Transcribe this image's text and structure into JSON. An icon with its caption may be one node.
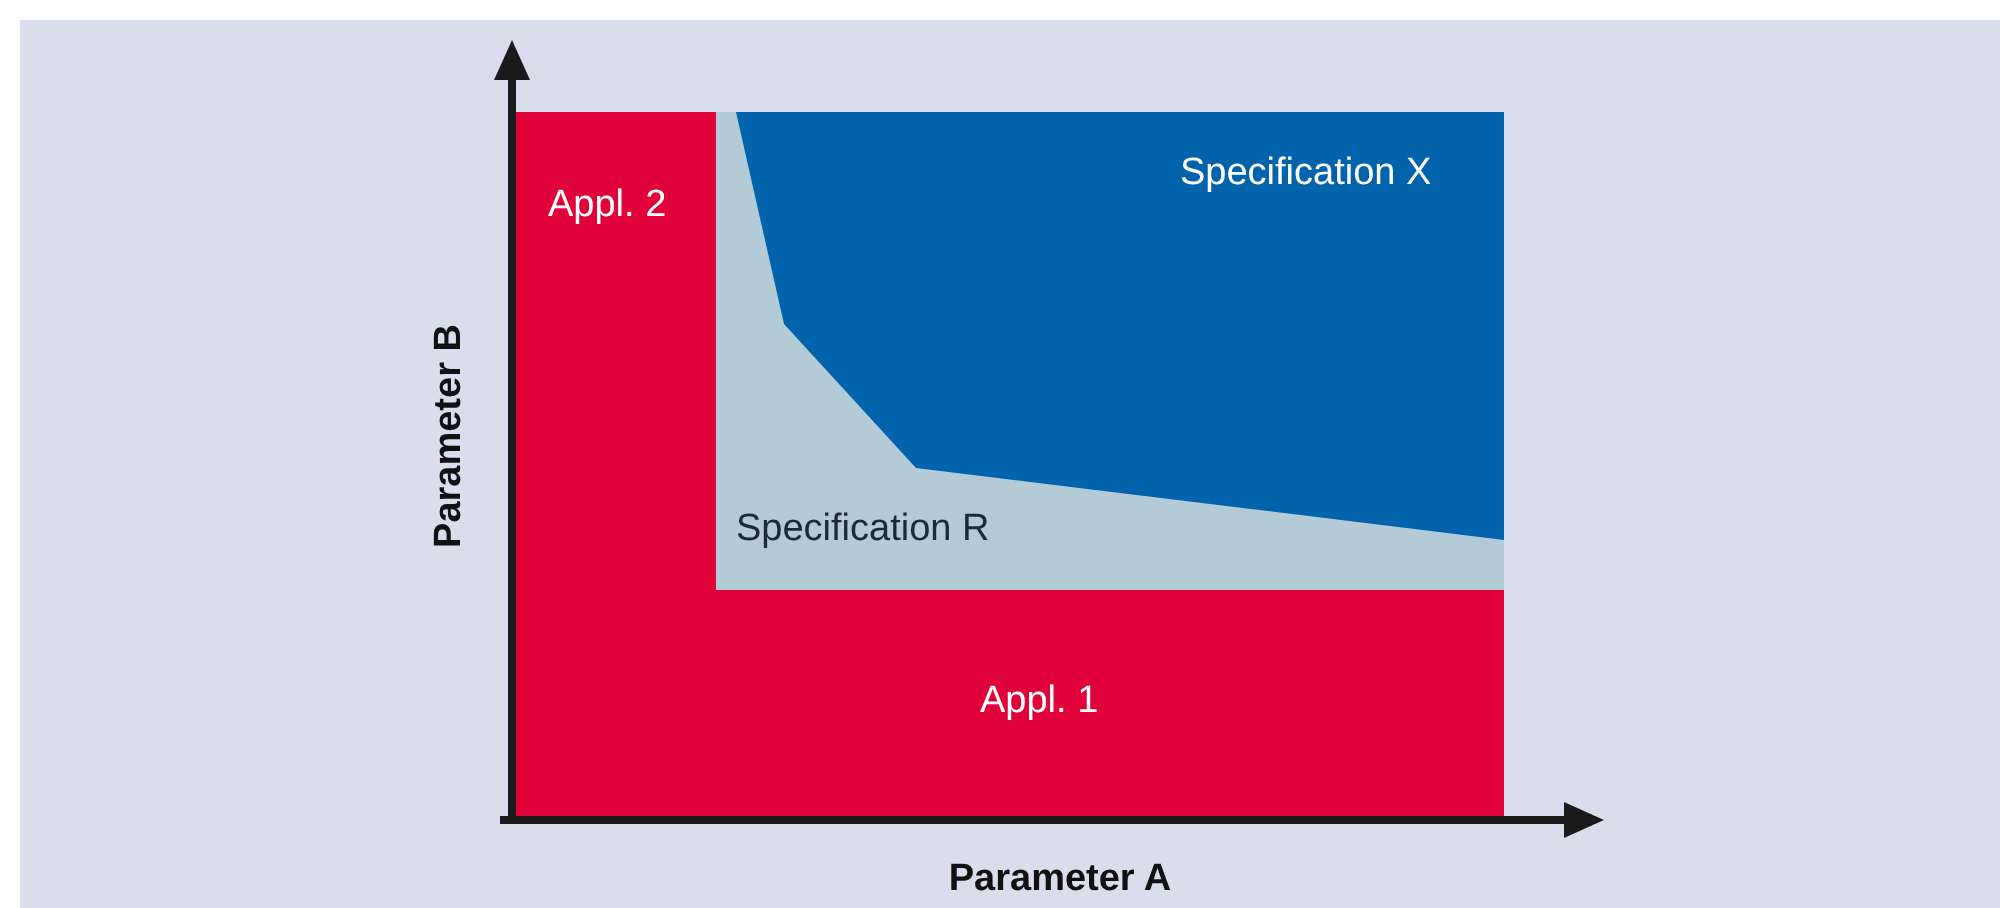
{
  "diagram": {
    "nodes": [
      {
        "text": [
          "Appl. 2",
          "Appl. 1"
        ]
      },
      {
        "text": [
          "Specification R"
        ]
      },
      {
        "text": [
          "Specification X"
        ]
      }
    ],
    "labels": [
      "Parameter B",
      "Parameter A"
    ]
  }
}
